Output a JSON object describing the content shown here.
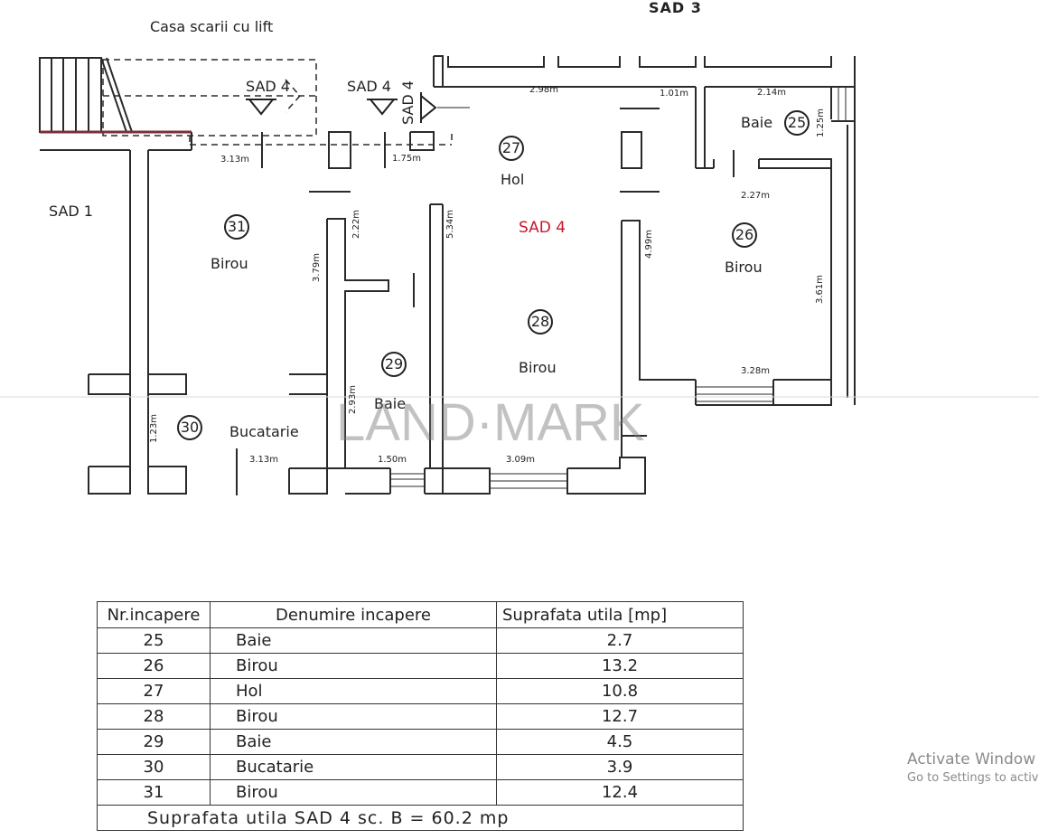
{
  "plan": {
    "labels": {
      "stair": "Casa scarii cu lift",
      "sad3": "SAD 3",
      "sad1": "SAD 1",
      "sad4_a": "SAD 4",
      "sad4_b": "SAD 4",
      "sad4_c": "SAD 4",
      "sad4_main": "SAD 4"
    },
    "rooms": [
      {
        "num": "25",
        "name": "Baie"
      },
      {
        "num": "26",
        "name": "Birou"
      },
      {
        "num": "27",
        "name": "Hol"
      },
      {
        "num": "28",
        "name": "Birou"
      },
      {
        "num": "29",
        "name": "Baie"
      },
      {
        "num": "30",
        "name": "Bucatarie"
      },
      {
        "num": "31",
        "name": "Birou"
      }
    ],
    "dims": {
      "d298": "2.98m",
      "d101": "1.01m",
      "d214": "2.14m",
      "d125": "1.25m",
      "d227": "2.27m",
      "d313a": "3.13m",
      "d175": "1.75m",
      "d222": "2.22m",
      "d534": "5.34m",
      "d499": "4.99m",
      "d379": "3.79m",
      "d361": "3.61m",
      "d328": "3.28m",
      "d293": "2.93m",
      "d123": "1.23m",
      "d313b": "3.13m",
      "d150": "1.50m",
      "d309": "3.09m"
    },
    "watermark": "LAND·MARK",
    "accent_color": "#c8162a"
  },
  "table": {
    "headers": [
      "Nr.incapere",
      "Denumire incapere",
      "Suprafata utila [mp]"
    ],
    "rows": [
      [
        "25",
        "Baie",
        "2.7"
      ],
      [
        "26",
        "Birou",
        "13.2"
      ],
      [
        "27",
        "Hol",
        "10.8"
      ],
      [
        "28",
        "Birou",
        "12.7"
      ],
      [
        "29",
        "Baie",
        "4.5"
      ],
      [
        "30",
        "Bucatarie",
        "3.9"
      ],
      [
        "31",
        "Birou",
        "12.4"
      ]
    ],
    "total": "Suprafata utila SAD 4 sc. B = 60.2 mp"
  },
  "overlay": {
    "line1": "Activate Window",
    "line2": "Go to Settings to activ"
  }
}
